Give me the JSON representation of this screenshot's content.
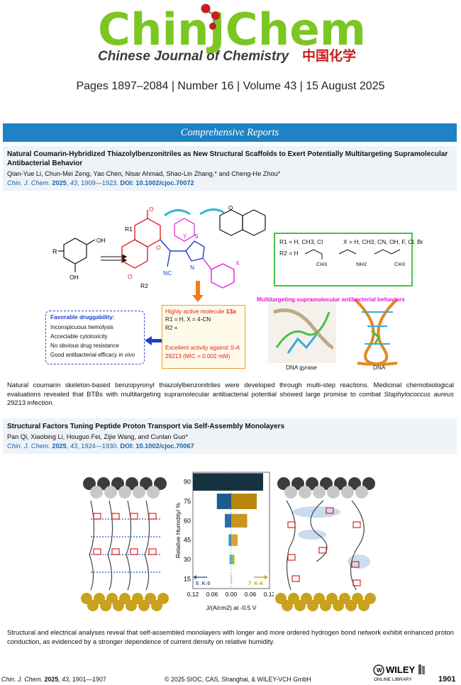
{
  "journal": {
    "logo_text": "ChinJChem",
    "subtitle": "Chinese Journal of Chemistry",
    "chinese_title": "中国化学"
  },
  "issue_line": "Pages 1897–2084 | Number 16 | Volume 43 | 15 August 2025",
  "section": "Comprehensive Reports",
  "articles": [
    {
      "title": "Natural Coumarin-Hybridized Thiazolylbenzonitriles as New Structural Scaffolds to Exert Potentially Multitargeting Supramolecular Antibacterial Behavior",
      "authors": "Qian-Yue Li, Chun-Mei Zeng, Yao Chen, Nisar Ahmad, Shao-Lin Zhang,* and Cheng-He Zhou*",
      "cite": {
        "journal": "Chin. J. Chem.",
        "year": "2025",
        "volume": "43",
        "pages": ", 1909—1923.",
        "doi": "DOI: 10.1002/cjoc.70072"
      },
      "abstract_parts": [
        "Natural coumarin skeleton-based benzopyronyl thiazolylbenzonitriles were developed through multi-step reactions. Medicinal chemobiological evaluations revealed that BTBs with multitargeting supramolecular antibacterial potential showed large promise to combat ",
        "Staphylococcus aureus",
        " 29213 infection."
      ],
      "figure": {
        "sub_r1": "R1 = H, CH3, Cl",
        "sub_x": "X = H, CH3, CN, OH, F, Cl, Br",
        "sub_r2": "R2 = H",
        "nh2": "NH2",
        "ch3": "CH3",
        "ch3b": "CH3",
        "r1": "R1",
        "r2": "R2",
        "r": "R",
        "oh1": "OH",
        "oh2": "OH",
        "nc": "NC",
        "o1": "O",
        "o2": "O",
        "o3": "O",
        "o4": "O",
        "s": "S",
        "n": "N",
        "x": "X",
        "y": "Y",
        "highly_active_pre": "Highly active molecule ",
        "highly_active_id": "13a",
        "r1_13a": "R1 = H, X = 4-CN",
        "r2_13a": "R2 =",
        "excellent_pre": "Excellent activity against ",
        "excellent_org": "S-A",
        "excellent_mic": "29213 (MIC = 0.002 mM)",
        "multitarget": "Multitargeting supramolecular antibacterial behaviors",
        "druggability_title": "Favorable druggability:",
        "druggability": [
          "Inconspicuous hemolysis",
          "Accectable cytotoxicity",
          "No obvious drug resistance"
        ],
        "druggability_last_pre": "Good antibacterial efficacy ",
        "druggability_last_it": "in vivo",
        "label_gyrase": "DNA gyrase",
        "label_dna": "DNA"
      }
    },
    {
      "title": "Structural Factors Tuning Peptide Proton Transport via Self-Assembly Monolayers",
      "authors": "Pan Qi, Xiaobing Li, Houguo Fei, Zijie Wang, and Cunlan Guo*",
      "cite": {
        "journal": "Chin. J. Chem.",
        "year": "2025",
        "volume": "43",
        "pages": ", 1924—1930.",
        "doi": "DOI: 10.1002/cjoc.70067"
      },
      "abstract": "Structural and electrical analyses reveal that self-assembled monolayers with longer and more ordered hydrogen bond network exhibit enhanced proton conduction, as evidenced by a stronger dependence of current density on relative humidity.",
      "figure": {
        "ylabel": "Relative Humidity/ %",
        "yticks": [
          "90",
          "75",
          "60",
          "45",
          "30",
          "15"
        ],
        "xticks": [
          "0.12",
          "0.06",
          "0.00",
          "0.06",
          "0.12"
        ],
        "xlabel": "J/(A/cm2) at -0.5 V",
        "left_label": "5_K-5",
        "right_label": "7_K-4"
      }
    }
  ],
  "chart_data": {
    "type": "bar",
    "categories": [
      "90",
      "75",
      "60",
      "45",
      "30",
      "15"
    ],
    "series": [
      {
        "name": "5_K-5",
        "values": [
          0.12,
          0.045,
          0.02,
          0.008,
          0.005,
          0.002
        ]
      },
      {
        "name": "7_K-4",
        "values": [
          0.1,
          0.08,
          0.05,
          0.02,
          0.01,
          0.003
        ]
      }
    ],
    "ylabel": "Relative Humidity/ %",
    "xlabel": "J/(A/cm2) at -0.5 V",
    "xlim": [
      -0.12,
      0.12
    ]
  },
  "footer": {
    "journal": "Chin. J. Chem.",
    "year": "2025",
    "vol": "43",
    "pages": ", 1901—1907",
    "copyright": "© 2025 SIOC, CAS, Shanghai, & WILEY-VCH GmbH",
    "wiley": "WILEY",
    "online_library": "ONLINE LIBRARY",
    "page_number": "1901"
  },
  "colors": {
    "logo_green": "#7cc623",
    "logo_red": "#c81e1e",
    "band_blue": "#1f82c4",
    "link_blue": "#1a5fa8",
    "magenta": "#e020d8"
  }
}
